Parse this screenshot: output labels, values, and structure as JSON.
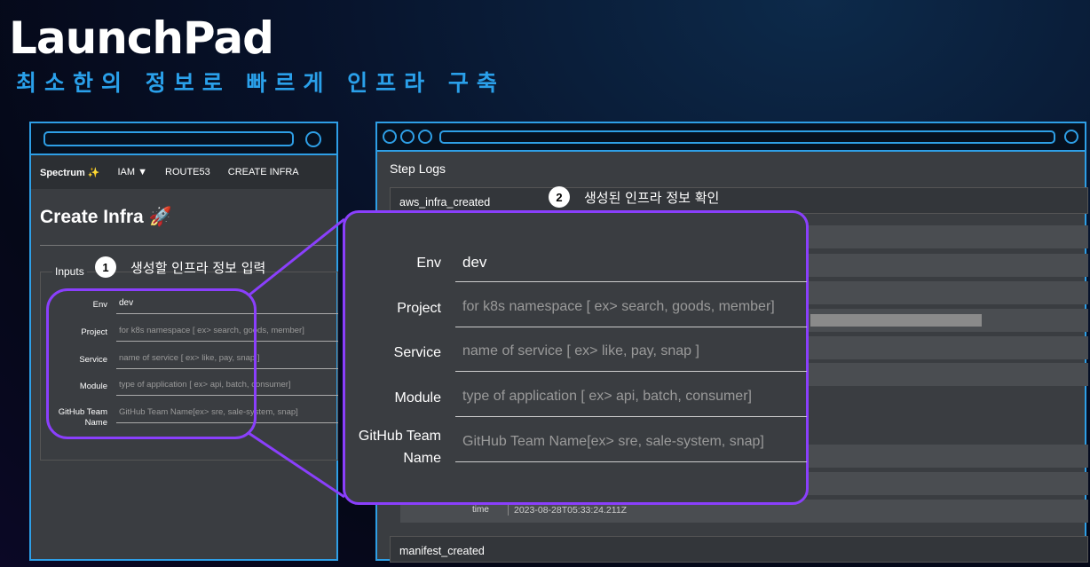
{
  "slide": {
    "title": "LaunchPad",
    "subtitle": "최소한의 정보로 빠르게 인프라 구축"
  },
  "left_app": {
    "nav": {
      "brand": "Spectrum ✨",
      "items": [
        "IAM ▼",
        "ROUTE53",
        "CREATE INFRA"
      ]
    },
    "page_title": "Create Infra 🚀",
    "legend": "Inputs",
    "fields": [
      {
        "label": "Env",
        "value": "dev",
        "placeholder": ""
      },
      {
        "label": "Project",
        "value": "",
        "placeholder": "for k8s namespace [ ex> search, goods, member]"
      },
      {
        "label": "Service",
        "value": "",
        "placeholder": "name of service [ ex> like, pay, snap ]"
      },
      {
        "label": "Module",
        "value": "",
        "placeholder": "type of application [ ex> api, batch, consumer]"
      },
      {
        "label": "GitHub Team Name",
        "value": "",
        "placeholder": "GitHub Team Name[ex> sre, sale-system, snap]"
      }
    ]
  },
  "right_app": {
    "section_title": "Step Logs",
    "log_header": "aws_infra_created",
    "time_label": "time",
    "time_value": "2023-08-28T05:33:24.211Z",
    "manifest_header": "manifest_created"
  },
  "callouts": [
    {
      "number": "1",
      "text": "생성할 인프라 정보 입력"
    },
    {
      "number": "2",
      "text": "생성된 인프라 정보 확인"
    }
  ],
  "colors": {
    "accent": "#2e9fe6",
    "highlight": "#8a3ffc",
    "subtitle": "#2aa0ea"
  }
}
